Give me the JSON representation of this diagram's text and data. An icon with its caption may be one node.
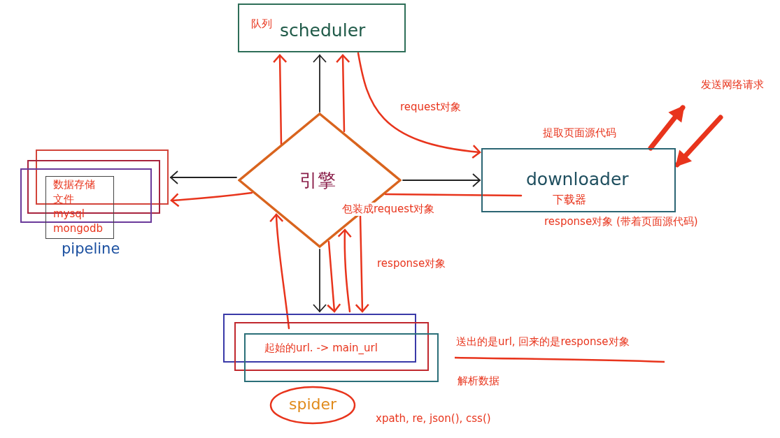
{
  "diagram": {
    "nodes": [
      {
        "text": [
          "队列",
          "scheduler"
        ]
      },
      {
        "text": [
          "引擎"
        ]
      },
      {
        "text": [
          "downloader",
          "下载器"
        ],
        "beside": [
          "response对象 (带着页面源代码)"
        ]
      },
      {
        "text": [
          "数据存储",
          "文件",
          "mysql",
          "mongodb",
          "pipeline"
        ]
      },
      {
        "text": [
          "起始的url. -> main_url",
          "spider"
        ]
      }
    ],
    "edges": [
      {
        "from": 1,
        "to": 0,
        "arrow": "to",
        "color": "#222222"
      },
      {
        "from": 1,
        "to": 2,
        "arrow": "to",
        "color": "#222222"
      },
      {
        "from": 1,
        "to": 3,
        "arrow": "to",
        "color": "#222222"
      },
      {
        "from": 1,
        "to": 4,
        "arrow": "to",
        "color": "#222222"
      },
      {
        "from": 4,
        "to": 1,
        "arrow": "to"
      },
      {
        "from": 1,
        "to": 0,
        "arrow": "to"
      },
      {
        "from": 4,
        "to": 1,
        "arrow": "to"
      },
      {
        "from": 1,
        "to": 0,
        "arrow": "to"
      },
      {
        "from": 0,
        "to": 2,
        "arrow": "to",
        "label": "request对象"
      },
      {
        "from": 2,
        "to": 1,
        "arrow": "none"
      },
      {
        "from": 1,
        "to": 3,
        "arrow": "to"
      },
      {
        "from": 1,
        "to": 4,
        "arrow": "to"
      },
      {
        "from": 1,
        "to": 4,
        "arrow": "to",
        "label": "response对象"
      },
      {
        "from": 2,
        "to": null,
        "arrow": "to",
        "style": "thick"
      },
      {
        "from": null,
        "to": 2,
        "arrow": "to",
        "style": "thick"
      }
    ],
    "labels": [
      "发送网络请求",
      "提取页面源代码",
      "包装成request对象",
      "送出的是url, 回来的是response对象",
      "解析数据",
      "xpath, re, json(), css()"
    ]
  }
}
